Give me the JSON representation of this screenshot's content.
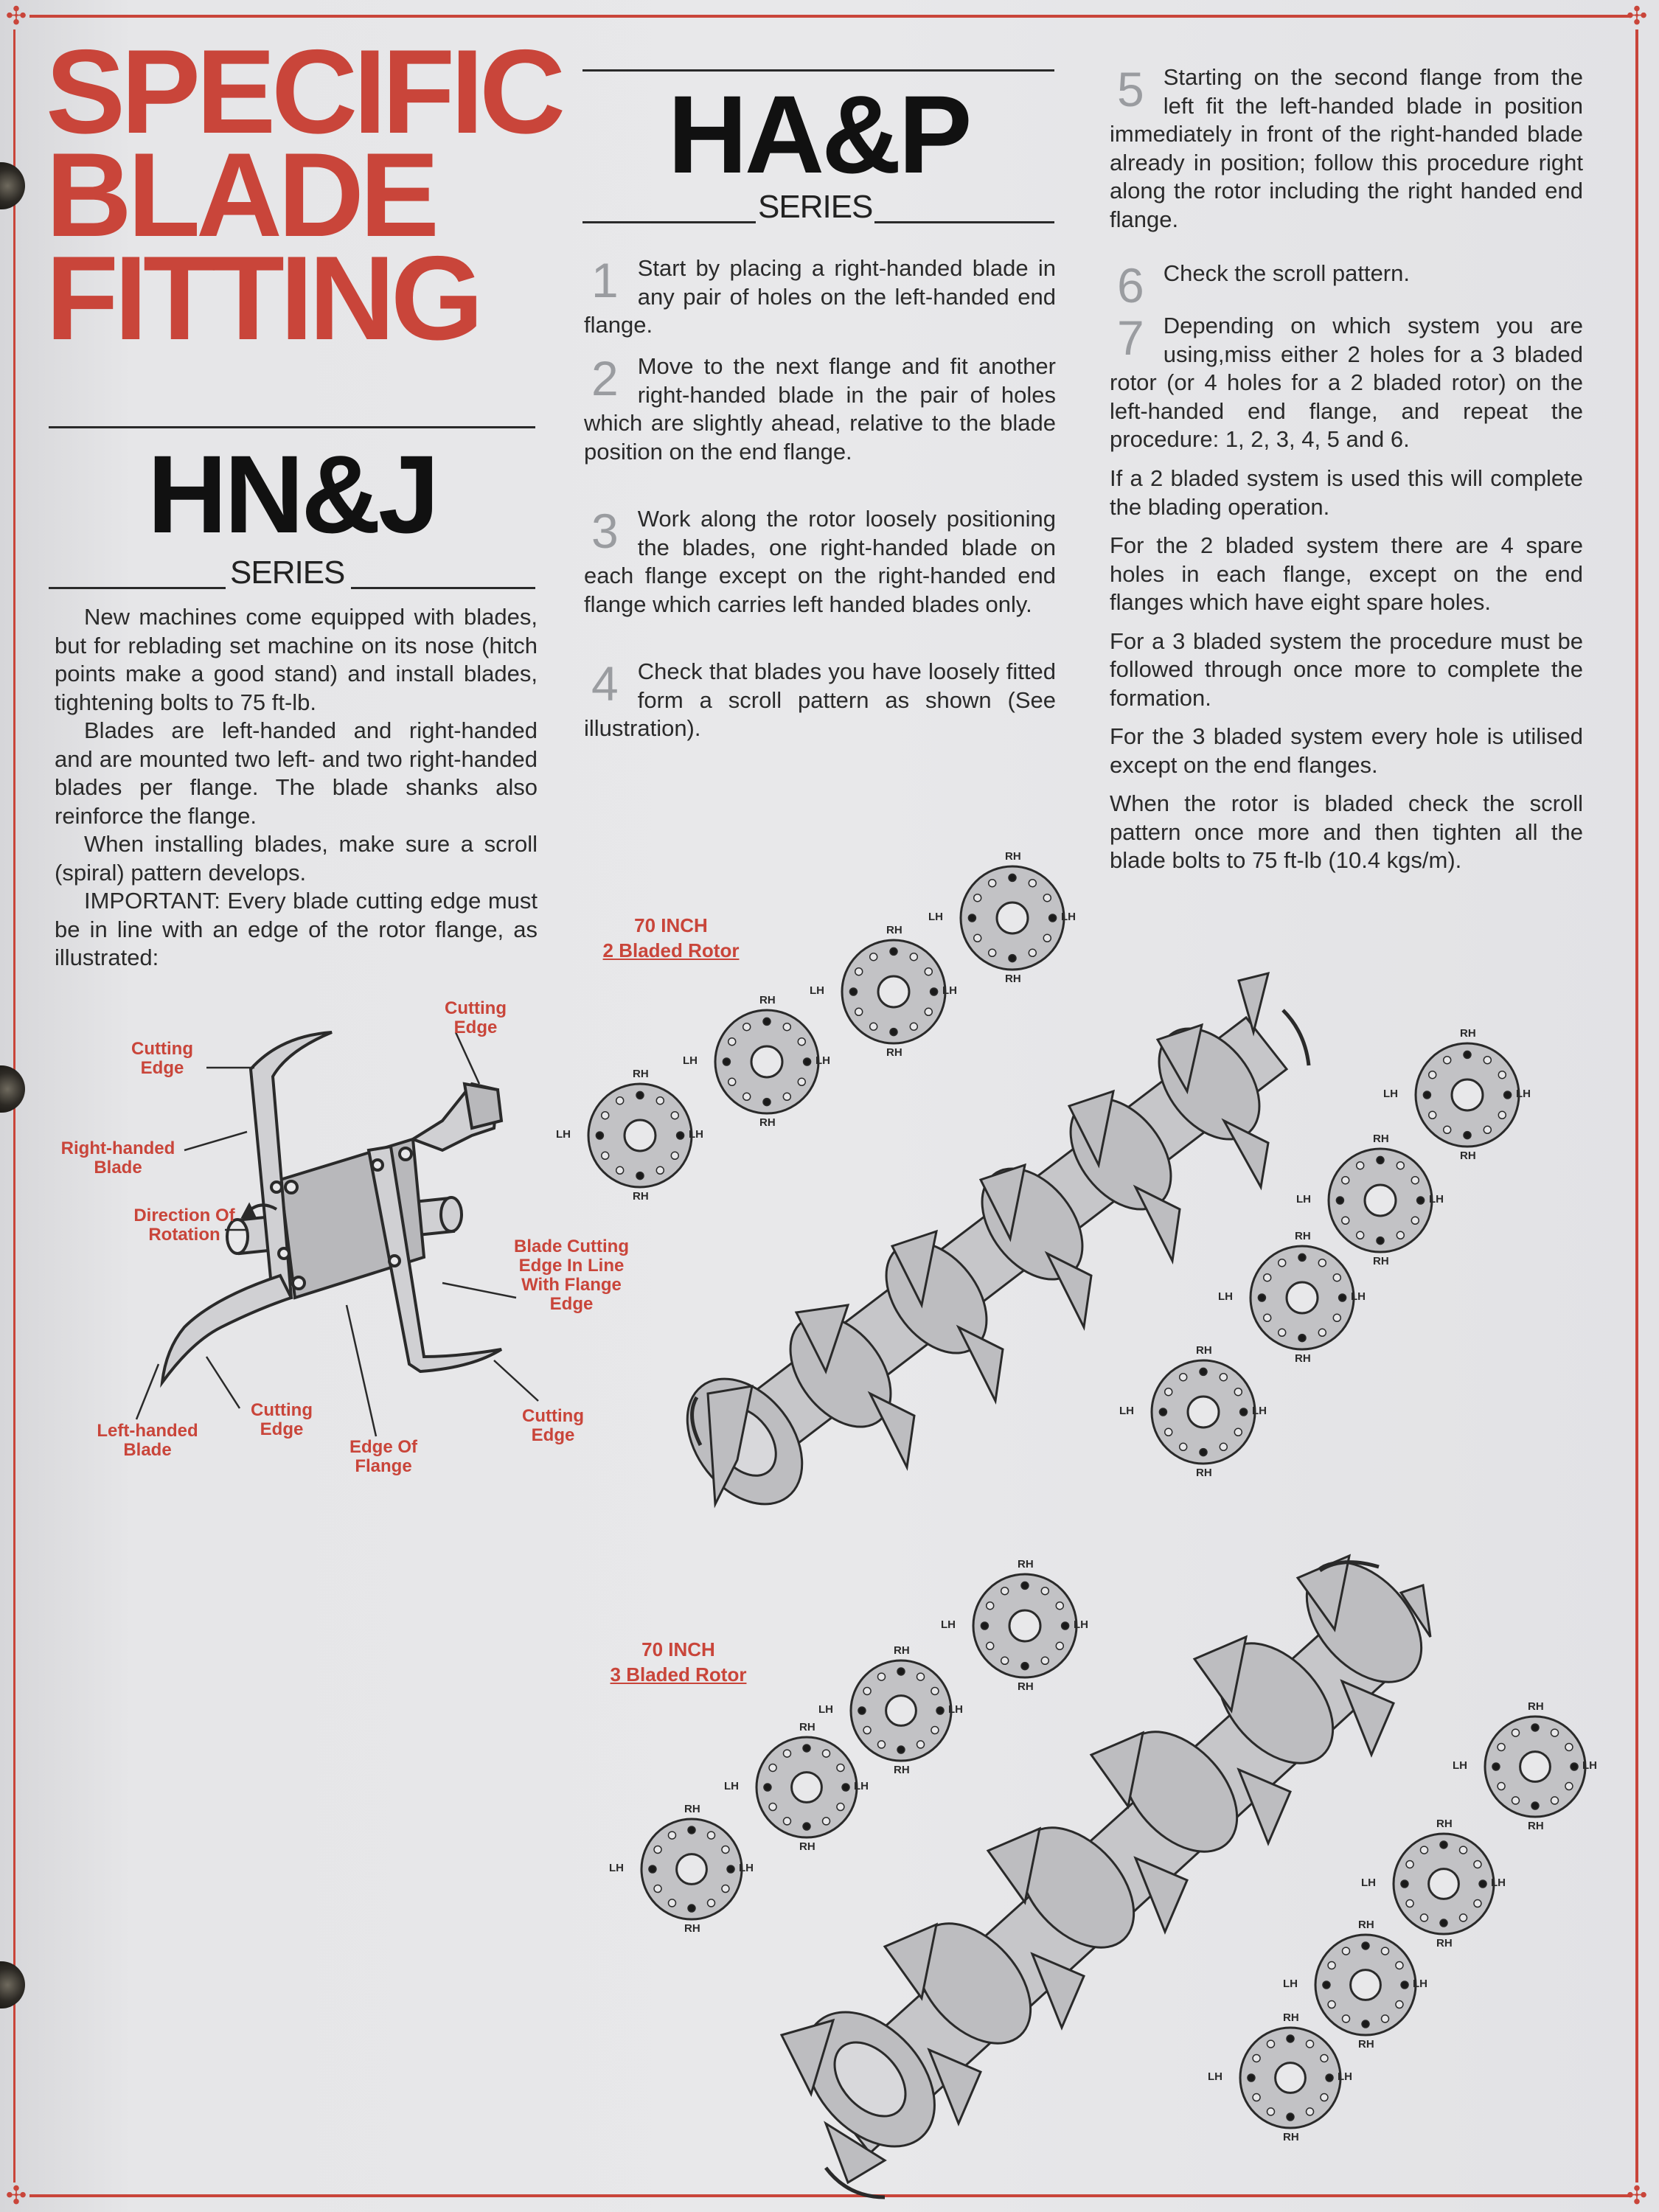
{
  "title": {
    "line1": "SPECIFIC",
    "line2": "BLADE",
    "line3": "FITTING"
  },
  "left": {
    "series_name": "HN&J",
    "series_word": "SERIES",
    "paragraphs": [
      "New machines come equipped with blades, but for reblading set machine on its nose (hitch points make a good stand) and install blades, tightening bolts to 75 ft-lb.",
      "Blades are left-handed and right-handed and are mounted two left- and two right-handed blades per flange. The blade shanks also reinforce the flange.",
      "When installing blades, make sure a scroll (spiral) pattern develops.",
      "IMPORTANT: Every blade cutting edge must be in line with an edge of the rotor flange, as illustrated:"
    ],
    "callouts": {
      "cutting_edge_top_left": "Cutting Edge",
      "cutting_edge_top_right": "Cutting Edge",
      "right_handed_blade": "Right-handed Blade",
      "direction_of_rotation": "Direction Of Rotation",
      "blade_cutting_edge": "Blade Cutting Edge In Line With Flange Edge",
      "left_handed_blade": "Left-handed Blade",
      "cutting_edge_bottom": "Cutting Edge",
      "edge_of_flange": "Edge Of Flange",
      "cutting_edge_bottom_right": "Cutting Edge"
    }
  },
  "middle": {
    "series_name": "HA&P",
    "series_word": "SERIES",
    "steps": [
      {
        "num": "1",
        "text": "Start by placing a right-handed blade in any pair of holes on the left-handed end flange."
      },
      {
        "num": "2",
        "text": "Move to the next flange and fit another right-handed blade in the pair of holes which are slightly ahead, relative to the blade position on the end flange."
      },
      {
        "num": "3",
        "text": "Work along the rotor loosely positioning the blades, one right-handed blade on each flange except on the right-handed end flange which carries left handed blades only."
      },
      {
        "num": "4",
        "text": "Check that blades you have loosely fitted form a scroll pattern as shown (See illustration)."
      }
    ]
  },
  "right": {
    "steps": [
      {
        "num": "5",
        "text": "Starting on the second flange from the left fit the left-handed blade in position immediately in front of the right-handed blade already in position; follow this procedure right along the rotor including the right handed end flange."
      },
      {
        "num": "6",
        "text": "Check the scroll pattern."
      },
      {
        "num": "7",
        "text": "Depending on which system you are using,miss either 2 holes for a 3 bladed rotor (or 4 holes for a 2 bladed rotor) on the left-handed end flange, and repeat the procedure: 1, 2, 3, 4, 5 and 6."
      }
    ],
    "paragraphs": [
      "If a 2 bladed system is used this will complete the blading operation.",
      "For the 2 bladed system there are 4 spare holes in each flange, except on the end flanges which have eight spare holes.",
      "For a 3 bladed system the procedure must be followed through once more to complete the formation.",
      "For the 3 bladed system every hole is utilised except on the end flanges.",
      "When the rotor is bladed check the scroll pattern once more and then tighten all the blade bolts to 75 ft-lb (10.4 kgs/m)."
    ]
  },
  "figures": {
    "fig1": {
      "line1": "70 INCH",
      "line2": "2 Bladed Rotor"
    },
    "fig2": {
      "line1": "70 INCH",
      "line2": "3 Bladed Rotor"
    },
    "hand_labels": {
      "rh": "RH",
      "lh": "LH"
    }
  },
  "colors": {
    "accent": "#c9453a",
    "text": "#2a2a2a",
    "figure_gray": "#bdbdc0"
  }
}
